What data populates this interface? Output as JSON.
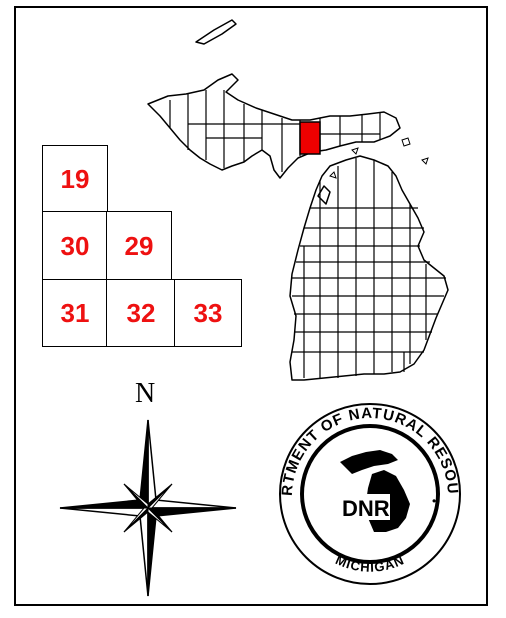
{
  "colors": {
    "section_label": "#ee1111",
    "highlight_county": "#ee0000",
    "outline": "#000000"
  },
  "sections": [
    {
      "id": "19",
      "label": "19"
    },
    {
      "id": "30",
      "label": "30"
    },
    {
      "id": "29",
      "label": "29"
    },
    {
      "id": "31",
      "label": "31"
    },
    {
      "id": "32",
      "label": "32"
    },
    {
      "id": "33",
      "label": "33"
    }
  ],
  "north_arrow": {
    "label": "N",
    "icon": "compass-rose-icon"
  },
  "logo": {
    "icon": "dnr-seal-icon",
    "ring_top": "DEPARTMENT OF NATURAL RESOURCES",
    "ring_bottom": "MICHIGAN",
    "center": "DNR"
  },
  "map": {
    "icon": "michigan-county-map-icon",
    "highlighted": "selected-county"
  }
}
